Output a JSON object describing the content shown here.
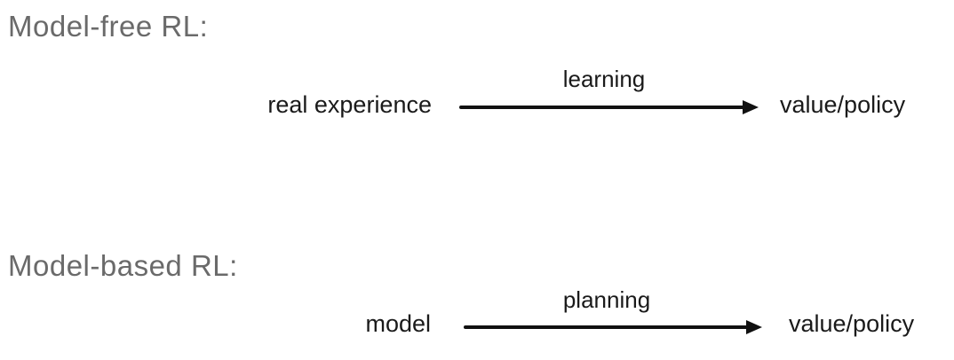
{
  "colors": {
    "background": "#ffffff",
    "heading_text": "#6a6a6a",
    "body_text": "#1a1a1a",
    "arrow": "#111111"
  },
  "sections": [
    {
      "heading": "Model-free RL:",
      "source": "real experience",
      "arrow_label": "learning",
      "target": "value/policy"
    },
    {
      "heading": "Model-based RL:",
      "source": "model",
      "arrow_label": "planning",
      "target": "value/policy"
    }
  ]
}
